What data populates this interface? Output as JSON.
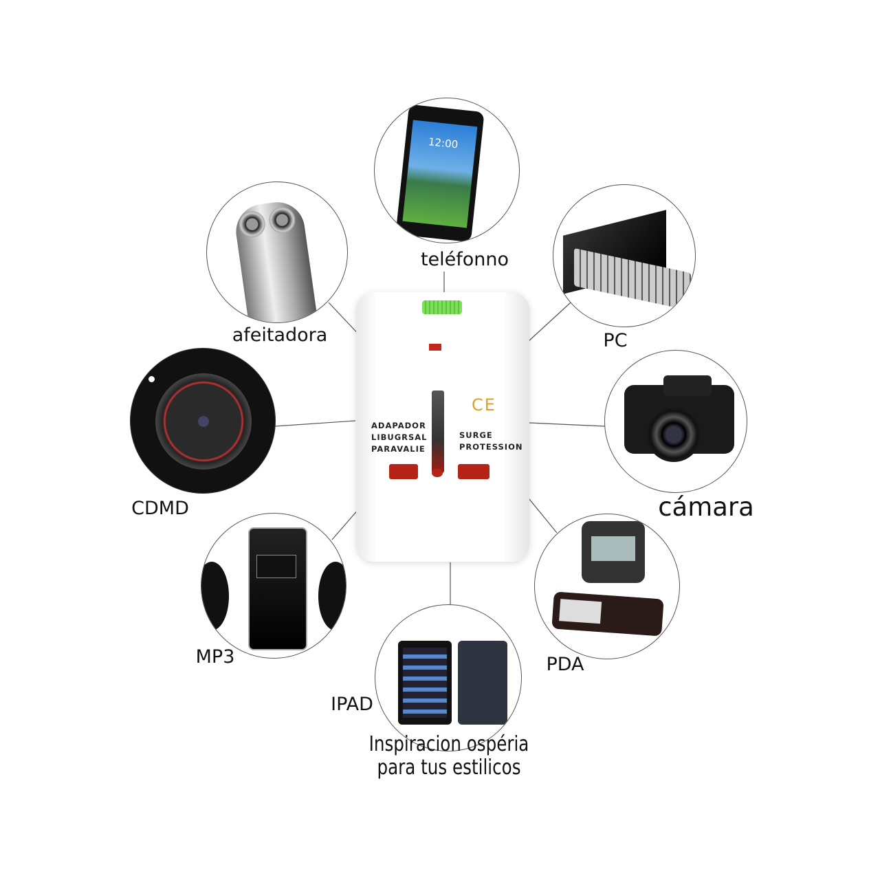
{
  "devices": [
    {
      "id": "phone",
      "label": "teléfonno",
      "icon": "smartphone-icon"
    },
    {
      "id": "shaver",
      "label": "afeitadora",
      "icon": "shaver-icon"
    },
    {
      "id": "pc",
      "label": "PC",
      "icon": "laptop-icon"
    },
    {
      "id": "cdmd",
      "label": "CDMD",
      "icon": "cd-player-icon"
    },
    {
      "id": "camera",
      "label": "cámara",
      "icon": "camera-icon"
    },
    {
      "id": "mp3",
      "label": "MP3",
      "icon": "mp3-player-icon"
    },
    {
      "id": "pda",
      "label": "PDA",
      "icon": "pda-icon"
    },
    {
      "id": "ipad",
      "label": "IPAD",
      "icon": "tablet-icon"
    }
  ],
  "phone_screen_time": "12:00",
  "adapter": {
    "left_text": [
      "ADAPADOR",
      "LIBUGRSAL",
      "PARAVALIE"
    ],
    "right_text": [
      "SURGE",
      "PROTESSION"
    ],
    "mark": "CE",
    "accent_red": "#b52416",
    "accent_green": "#7ee05a"
  },
  "caption": [
    "Inspiracion ospéria",
    "para tus estilicos"
  ]
}
